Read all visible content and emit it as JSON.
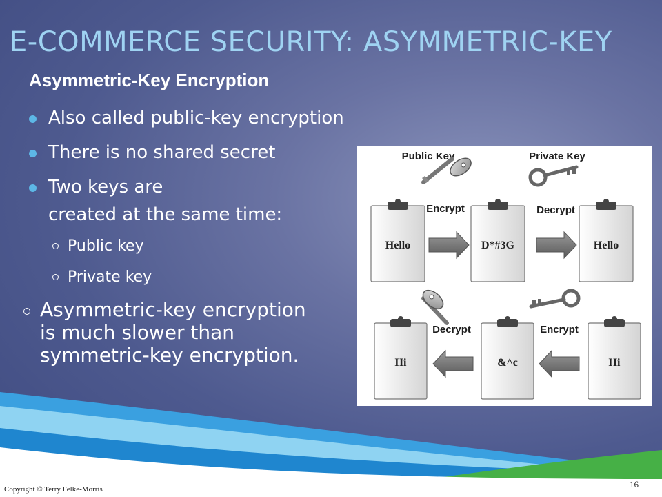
{
  "slide": {
    "title": "E-COMMERCE SECURITY: ASYMMETRIC-KEY",
    "heading": "Asymmetric-Key Encryption",
    "bullets": [
      "Also called public-key encryption",
      "There is no shared secret",
      "Two keys are",
      "created at the same time:"
    ],
    "sub_bullets": [
      "Public key",
      "Private key"
    ],
    "note_lines": [
      "Asymmetric-key encryption",
      "is much slower than",
      "symmetric-key encryption."
    ],
    "footer": {
      "copyright": "Copyright © Terry Felke-Morris",
      "page": "16"
    }
  },
  "figure": {
    "public_key_label": "Public Key",
    "private_key_label": "Private Key",
    "top_row": {
      "clipboards": [
        "Hello",
        "D*#3G",
        "Hello"
      ],
      "step1": "Encrypt",
      "step2": "Decrypt"
    },
    "bottom_row": {
      "clipboards": [
        "Hi",
        "&^c",
        "Hi"
      ],
      "step1": "Decrypt",
      "step2": "Encrypt"
    }
  },
  "colors": {
    "title": "#9fd3f2",
    "bullet": "#5db7e6",
    "swoosh_blue": "#3aa0e0",
    "swoosh_green": "#46b046"
  }
}
